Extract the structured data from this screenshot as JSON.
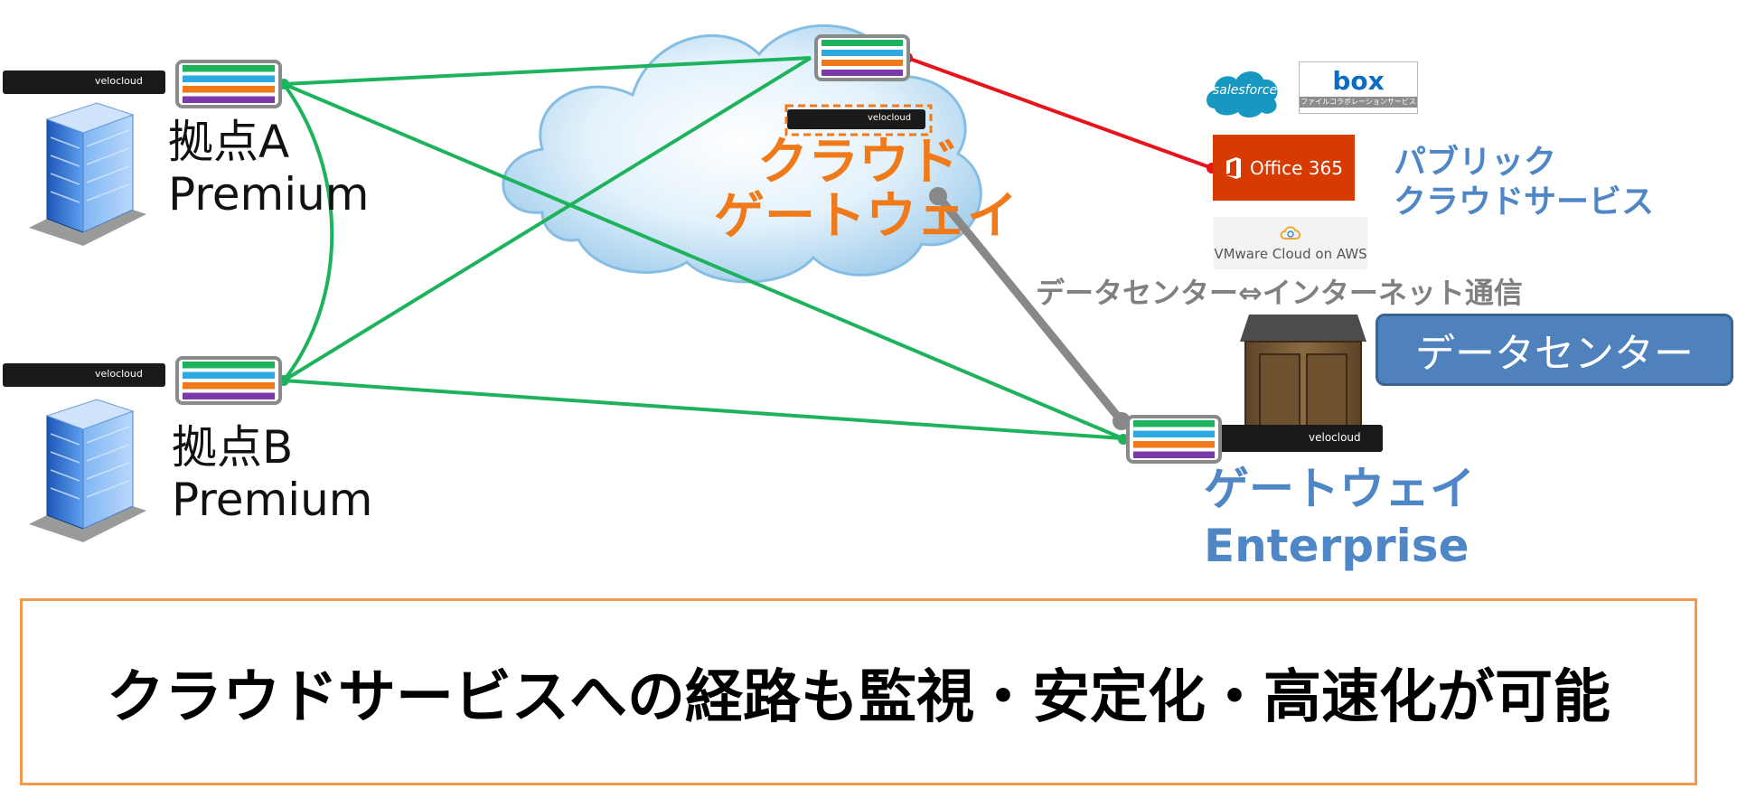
{
  "sites": {
    "a": {
      "name": "拠点A",
      "edition": "Premium"
    },
    "b": {
      "name": "拠点B",
      "edition": "Premium"
    }
  },
  "cloud_gateway": {
    "line1": "クラウド",
    "line2": "ゲートウェイ"
  },
  "public_cloud": {
    "line1": "パブリック",
    "line2": "クラウドサービス",
    "services": {
      "salesforce": "salesforce",
      "box": "box",
      "box_tagline": "ファイルコラボレーションサービス",
      "office365": "Office 365",
      "vmware": "VMware Cloud on AWS"
    }
  },
  "datacenter_link_caption": "データセンター⇔インターネット通信",
  "datacenter": {
    "label": "データセンター"
  },
  "enterprise_gateway": {
    "line1": "ゲートウェイ",
    "line2": "Enterprise"
  },
  "appliance_brand": "velocloud",
  "banner": {
    "text": "クラウドサービスへの経路も監視・安定化・高速化が可能"
  },
  "colors": {
    "overlay_link": "#1db35c",
    "cloud_to_saas_link": "#e8141b",
    "datacenter_link": "#888888",
    "cloud_gateway_text": "#f07a1a",
    "accent_blue": "#4f86c6",
    "banner_border": "#f29a4a",
    "datacenter_box": "#4f81bd",
    "tunnel_bands": [
      "#1db35c",
      "#2ea8e0",
      "#f07a1a",
      "#7a3aa8"
    ]
  },
  "icons": {
    "site": "office-building-icon",
    "appliance": "velocloud-edge-appliance-icon",
    "tunnel": "multi-link-tunnel-icon",
    "datacenter": "datacenter-building-icon",
    "cloud": "cloud-icon"
  }
}
